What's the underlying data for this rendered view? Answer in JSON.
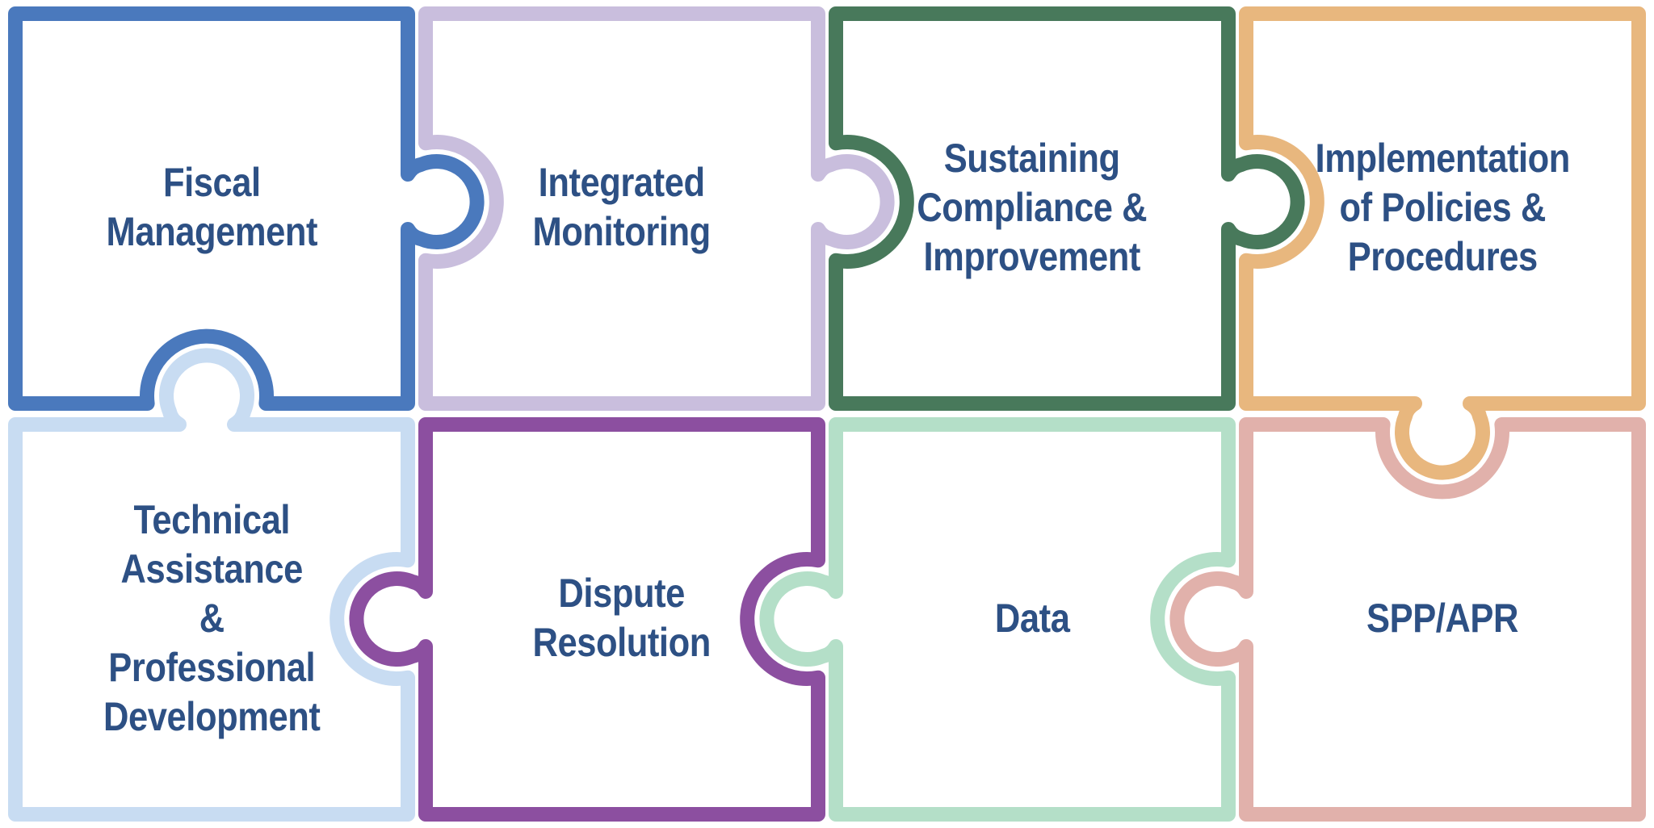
{
  "diagram": {
    "background": "#ffffff",
    "text_color": "#2d5084",
    "pieces": [
      {
        "id": "fiscal-management",
        "label": "Fiscal\nManagement",
        "border_color": "#4a79bd"
      },
      {
        "id": "integrated-monitoring",
        "label": "Integrated\nMonitoring",
        "border_color": "#c9bedd"
      },
      {
        "id": "sustaining-compliance",
        "label": "Sustaining\nCompliance &\nImprovement",
        "border_color": "#48795b"
      },
      {
        "id": "implementation-policies",
        "label": "Implementation\nof Policies &\nProcedures",
        "border_color": "#e8b77e"
      },
      {
        "id": "technical-assistance",
        "label": "Technical\nAssistance\n&\nProfessional\nDevelopment",
        "border_color": "#c8dcf2"
      },
      {
        "id": "dispute-resolution",
        "label": "Dispute\nResolution",
        "border_color": "#8c4fa0"
      },
      {
        "id": "data",
        "label": "Data",
        "border_color": "#b4dfc8"
      },
      {
        "id": "spp-apr",
        "label": "SPP/APR",
        "border_color": "#e1b1ab"
      }
    ]
  }
}
